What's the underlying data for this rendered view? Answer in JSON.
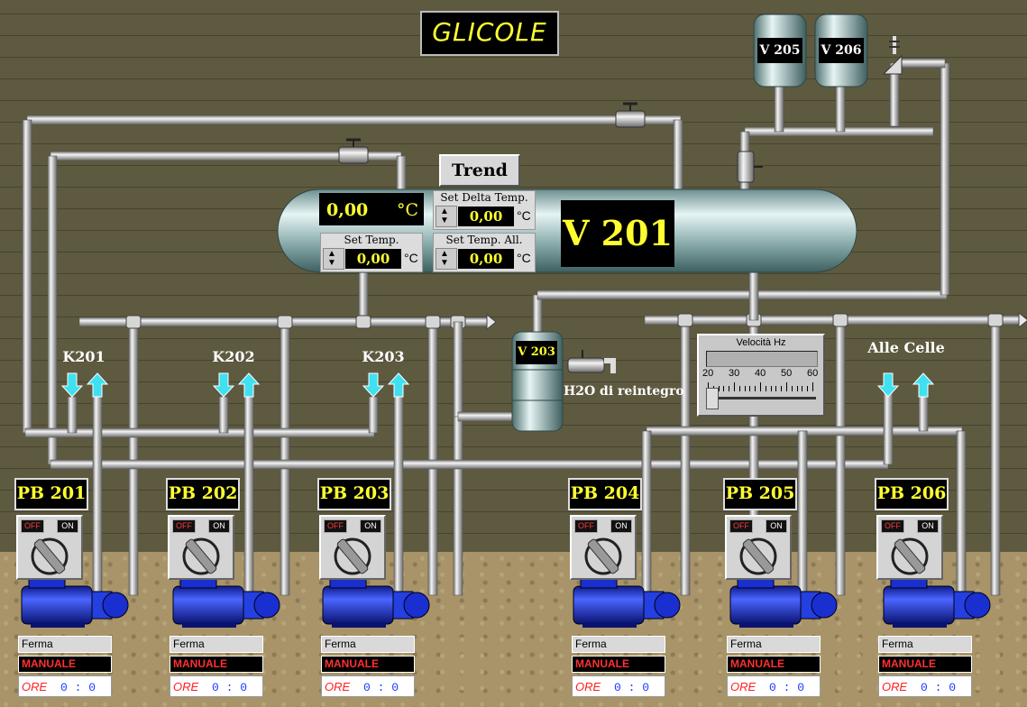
{
  "title": "GLICOLE",
  "trend_button": "Trend",
  "tank_main": {
    "name": "V 201",
    "temperature": "0,00",
    "temp_unit": "°C",
    "set_delta_temp": {
      "label": "Set Delta Temp.",
      "value": "0,00",
      "unit": "°C"
    },
    "set_temp": {
      "label": "Set Temp.",
      "value": "0,00",
      "unit": "°C"
    },
    "set_temp_all": {
      "label": "Set Temp. All.",
      "value": "0,00",
      "unit": "°C"
    }
  },
  "tanks_small": [
    "V 205",
    "V 206"
  ],
  "tank_v203": {
    "name": "V 203",
    "water_label": "H2O di reintegro"
  },
  "valves": [
    "K201",
    "K202",
    "K203"
  ],
  "alle_celle": "Alle Celle",
  "velocita": {
    "label": "Velocità Hz",
    "ticks": [
      "20",
      "30",
      "40",
      "50",
      "60"
    ],
    "value": 20
  },
  "pumps": [
    {
      "name": "PB 201",
      "status": "Ferma",
      "mode": "MANUALE",
      "ore_label": "ORE",
      "ore": "0 : 0"
    },
    {
      "name": "PB 202",
      "status": "Ferma",
      "mode": "MANUALE",
      "ore_label": "ORE",
      "ore": "0 : 0"
    },
    {
      "name": "PB 203",
      "status": "Ferma",
      "mode": "MANUALE",
      "ore_label": "ORE",
      "ore": "0 : 0"
    },
    {
      "name": "PB 204",
      "status": "Ferma",
      "mode": "MANUALE",
      "ore_label": "ORE",
      "ore": "0 : 0"
    },
    {
      "name": "PB 205",
      "status": "Ferma",
      "mode": "MANUALE",
      "ore_label": "ORE",
      "ore": "0 : 0"
    },
    {
      "name": "PB 206",
      "status": "Ferma",
      "mode": "MANUALE",
      "ore_label": "ORE",
      "ore": "0 : 0"
    }
  ],
  "selector": {
    "off": "OFF",
    "on": "ON"
  },
  "colors": {
    "display_text": "#ffff30",
    "arrow": "#40e0f0",
    "pump_blue": "#1a2fd0",
    "alarm_red": "#ff3030"
  }
}
